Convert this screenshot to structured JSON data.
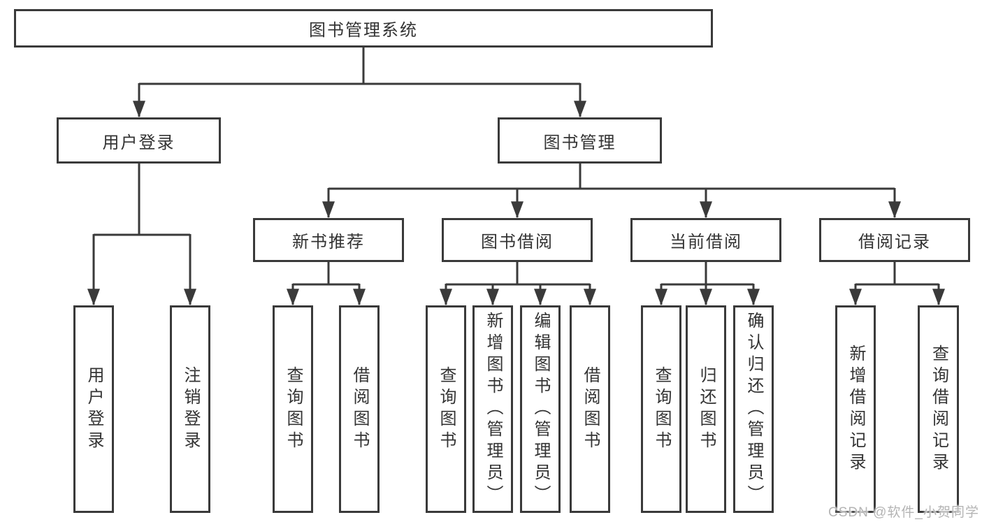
{
  "diagram": {
    "root": {
      "label": "图书管理系统"
    },
    "user_login": {
      "label": "用户登录",
      "children": [
        {
          "label": "用户登录"
        },
        {
          "label": "注销登录"
        }
      ]
    },
    "book_mgmt": {
      "label": "图书管理",
      "sections": [
        {
          "label": "新书推荐",
          "children": [
            {
              "label": "查询图书"
            },
            {
              "label": "借阅图书"
            }
          ]
        },
        {
          "label": "图书借阅",
          "children": [
            {
              "label": "查询图书"
            },
            {
              "label": "新增图书（管理员）"
            },
            {
              "label": "编辑图书（管理员）"
            },
            {
              "label": "借阅图书"
            }
          ]
        },
        {
          "label": "当前借阅",
          "children": [
            {
              "label": "查询图书"
            },
            {
              "label": "归还图书"
            },
            {
              "label": "确认归还（管理员）"
            }
          ]
        },
        {
          "label": "借阅记录",
          "children": [
            {
              "label": "新增借阅记录"
            },
            {
              "label": "查询借阅记录"
            }
          ]
        }
      ]
    },
    "watermark": "CSDN @软件_小贺同学",
    "colors": {
      "line": "#3a3a3a",
      "text": "#333333",
      "watermark": "#b4b4b4",
      "background": "#ffffff"
    }
  }
}
